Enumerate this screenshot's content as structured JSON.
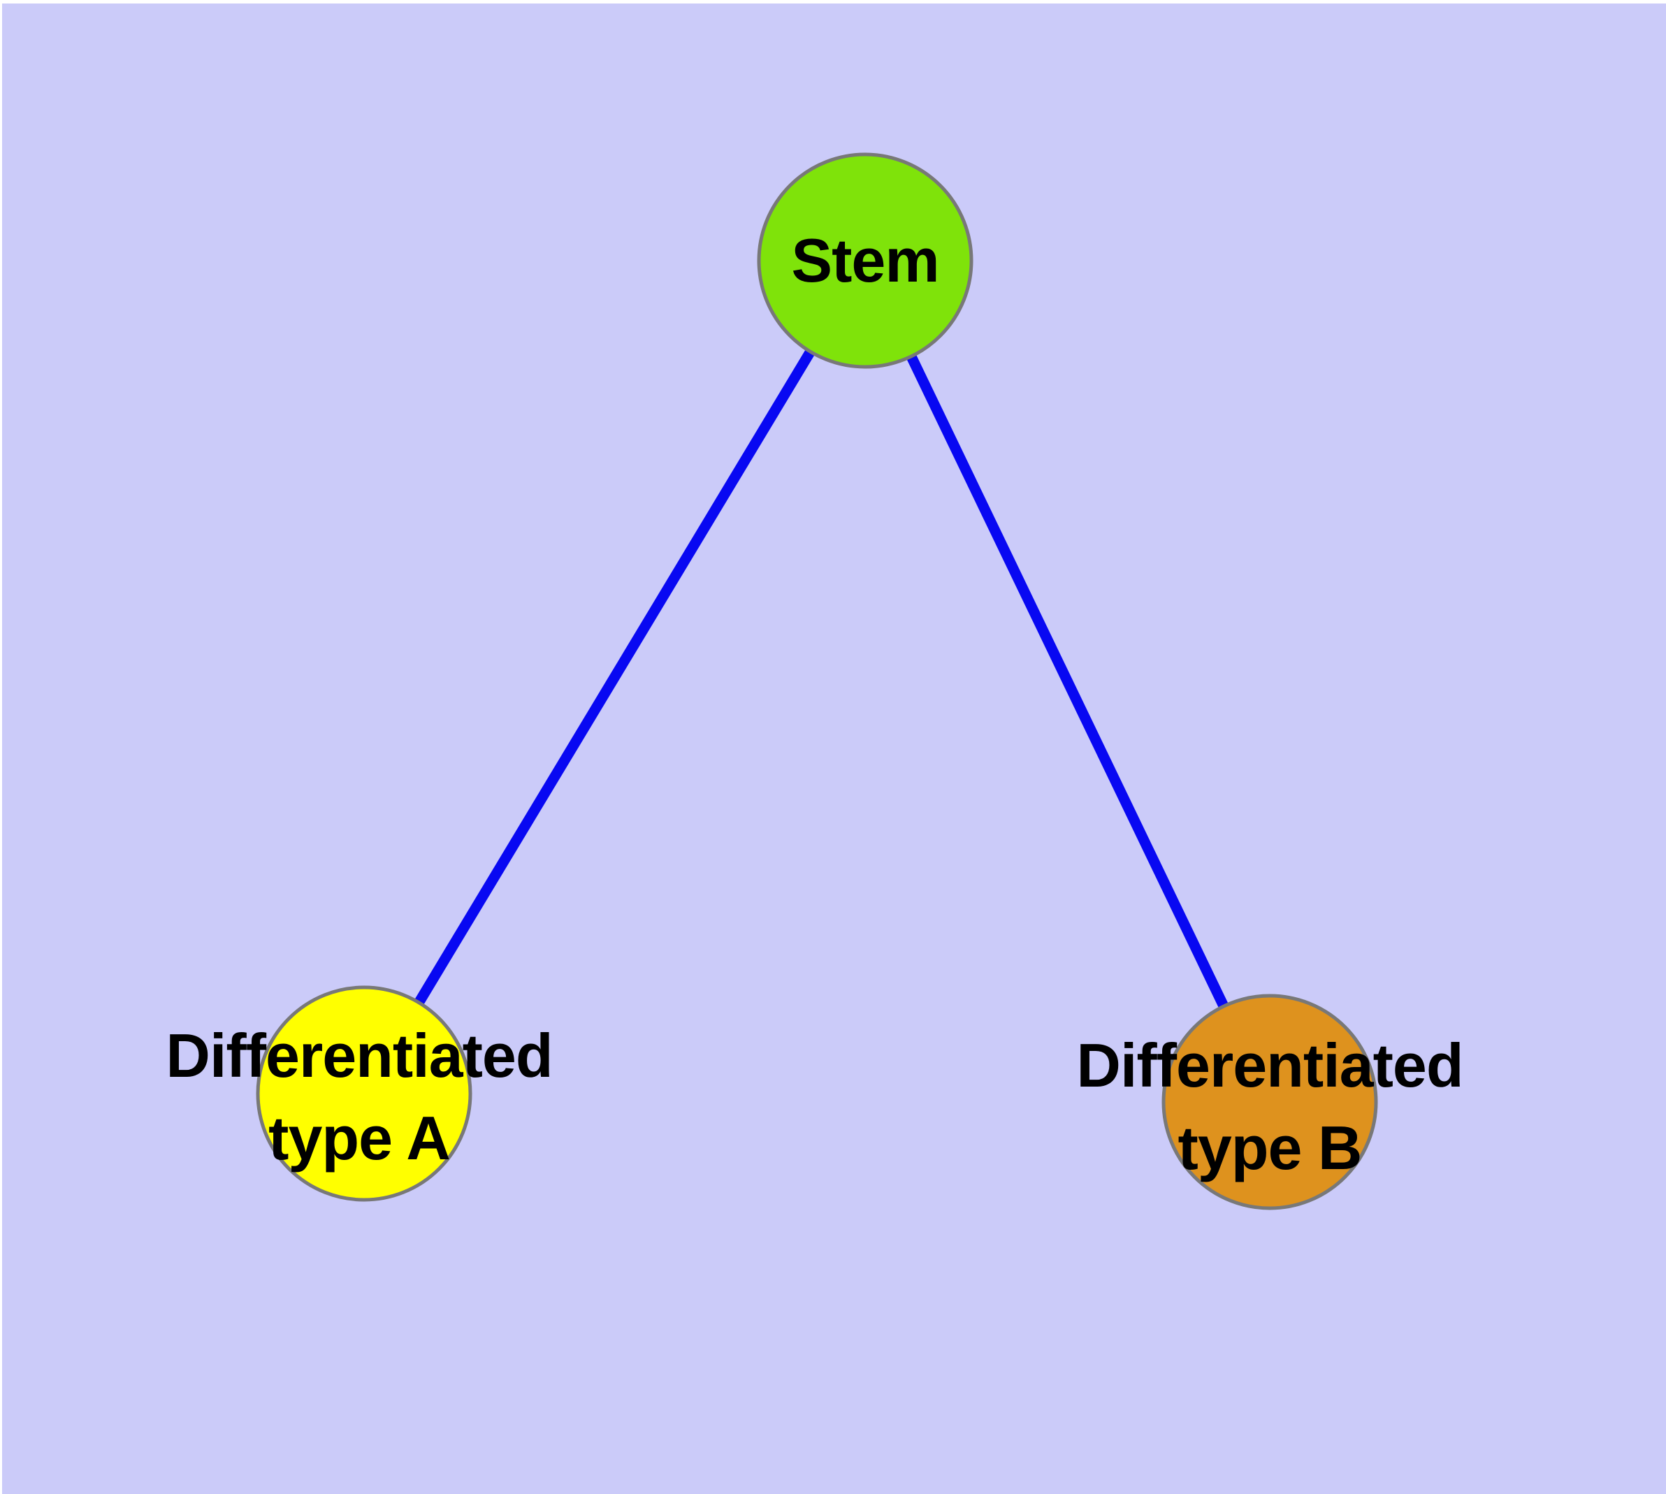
{
  "diagram": {
    "background_color": "#cbcbf9",
    "node_border_color": "#787878",
    "edge_style": {
      "color": "#0808f2"
    },
    "nodes": [
      {
        "id": "stem",
        "label": "Stem",
        "fill": "#7fe30a"
      },
      {
        "id": "differentiated-type-a",
        "label": "Differentiated\ntype A",
        "fill": "#ffff00"
      },
      {
        "id": "differentiated-type-b",
        "label": "Differentiated\ntype B",
        "fill": "#de921e"
      }
    ],
    "edges": [
      {
        "from": "Stem",
        "to": "Differentiated type A"
      },
      {
        "from": "Stem",
        "to": "Differentiated type B"
      }
    ]
  }
}
